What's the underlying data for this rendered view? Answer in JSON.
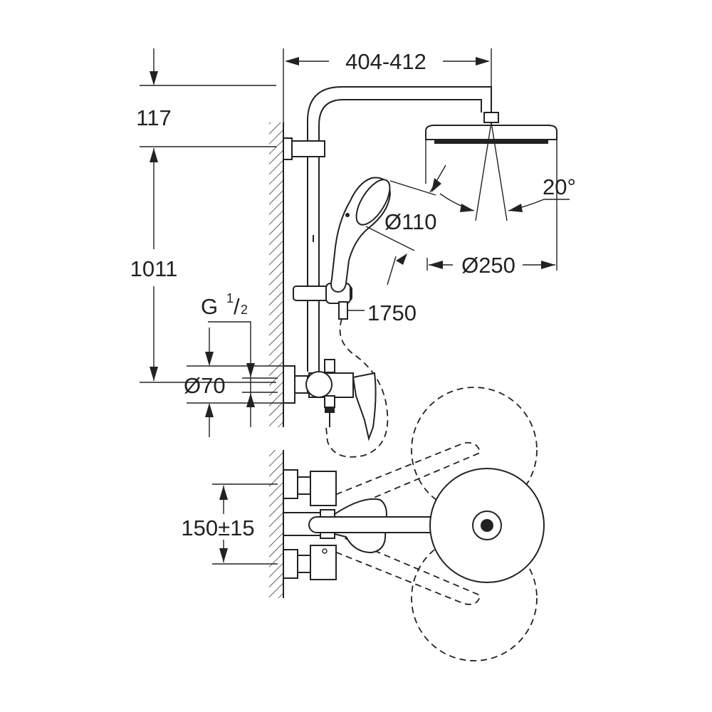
{
  "dimensions": {
    "width_range": "404-412",
    "top_offset": "117",
    "height": "1011",
    "thread_prefix": "G",
    "thread_numerator": "1",
    "thread_slash": "/",
    "thread_denominator": "2",
    "flange_diameter": "Ø70",
    "handshower_diameter": "Ø110",
    "headshower_diameter": "Ø250",
    "swivel_angle": "20°",
    "hose_length": "1750",
    "inlet_spacing": "150±15"
  }
}
